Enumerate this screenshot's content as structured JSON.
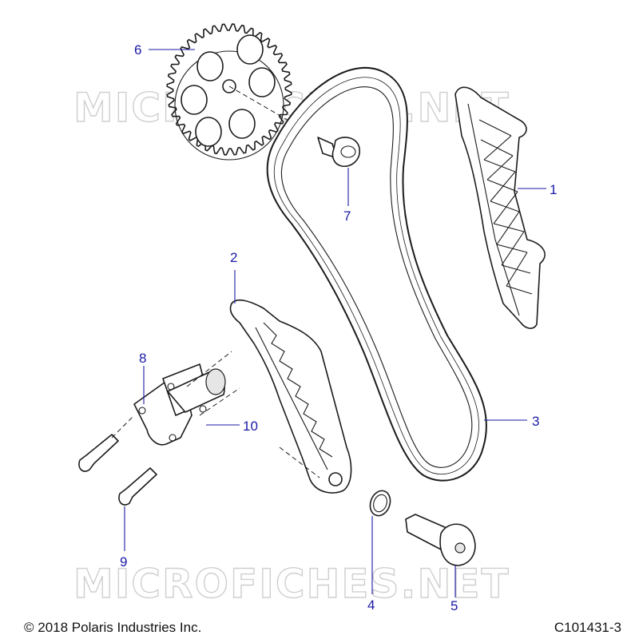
{
  "watermark": "MICROFICHES.NET",
  "copyright": "© 2018 Polaris Industries Inc.",
  "figure_id": "C101431-3",
  "callouts": {
    "c1": "1",
    "c2": "2",
    "c3": "3",
    "c4": "4",
    "c5": "5",
    "c6": "6",
    "c7": "7",
    "c8": "8",
    "c9": "9",
    "c10": "10"
  },
  "colors": {
    "callout": "#1a1aa6",
    "line": "#1b1b1b",
    "watermark": "#cfcfcf"
  }
}
